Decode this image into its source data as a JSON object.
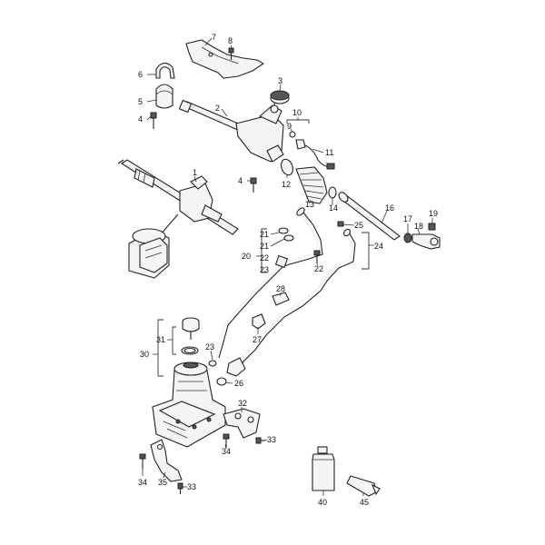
{
  "callouts": {
    "c1": "1",
    "c2": "2",
    "c3": "3",
    "c4a": "4",
    "c4b": "4",
    "c5": "5",
    "c6": "6",
    "c7": "7",
    "c8": "8",
    "c9": "9",
    "c10": "10",
    "c11": "11",
    "c12": "12",
    "c13": "13",
    "c14": "14",
    "c16": "16",
    "c17": "17",
    "c18": "18",
    "c19": "19",
    "c20": "20",
    "c21a": "21",
    "c21b": "21",
    "c22a": "22",
    "c22b": "22",
    "c23a": "23",
    "c23b": "23",
    "c24": "24",
    "c25": "25",
    "c26": "26",
    "c27": "27",
    "c28": "28",
    "c30": "30",
    "c31": "31",
    "c32": "32",
    "c33a": "33",
    "c33b": "33",
    "c34a": "34",
    "c34b": "34",
    "c35": "35",
    "c40": "40",
    "c45": "45"
  }
}
